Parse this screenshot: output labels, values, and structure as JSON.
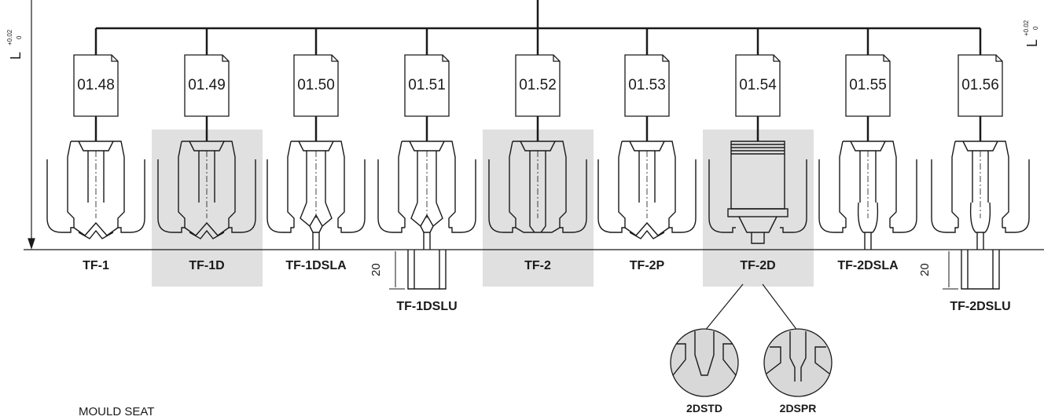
{
  "tolerance": {
    "symbol": "L",
    "upper": "+0.02",
    "lower": "0"
  },
  "dimension": "20",
  "caption": "MOULD SEAT",
  "items": [
    {
      "card": "01.48",
      "label": "TF-1",
      "shaded": false,
      "type": "tf1"
    },
    {
      "card": "01.49",
      "label": "TF-1D",
      "shaded": true,
      "type": "tf1d"
    },
    {
      "card": "01.50",
      "label": "TF-1DSLA",
      "shaded": false,
      "type": "sla"
    },
    {
      "card": "01.51",
      "label": "TF-1DSLU",
      "shaded": false,
      "type": "slu"
    },
    {
      "card": "01.52",
      "label": "TF-2",
      "shaded": true,
      "type": "tf2"
    },
    {
      "card": "01.53",
      "label": "TF-2P",
      "shaded": false,
      "type": "tf2p"
    },
    {
      "card": "01.54",
      "label": "TF-2D",
      "shaded": true,
      "type": "tf2d"
    },
    {
      "card": "01.55",
      "label": "TF-2DSLA",
      "shaded": false,
      "type": "sla2"
    },
    {
      "card": "01.56",
      "label": "TF-2DSLU",
      "shaded": false,
      "type": "slu2"
    }
  ],
  "details": [
    {
      "label": "2DSTD"
    },
    {
      "label": "2DSPR"
    }
  ]
}
